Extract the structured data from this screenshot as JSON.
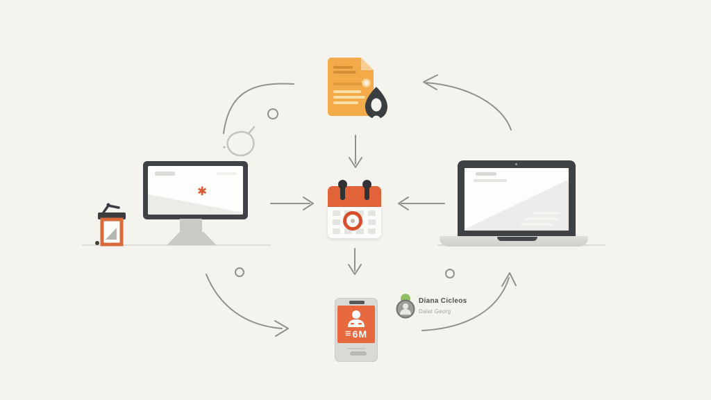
{
  "palette": {
    "background": "#f4f3ee",
    "accent_orange": "#e0633a",
    "document_orange": "#f3aa48",
    "phone_orange": "#e8683f",
    "date_ring_orange": "#d94f2b",
    "arrow_gray": "#90908c",
    "device_dark": "#3e4245",
    "status_green": "#90bf62"
  },
  "icons": {
    "document": "document-with-penguin-silhouette",
    "calendar": "calendar-with-circled-date",
    "monitor": "desktop-monitor",
    "laptop": "laptop",
    "phone": "smartphone-broadcast",
    "grinder": "small-jar-press",
    "doodle": "sketch-loop",
    "avatar": "person-avatar-with-status"
  },
  "monitor": {
    "screen_marker_glyph": "✱"
  },
  "phone": {
    "menu_glyph": "≡",
    "screen_text": "6M"
  },
  "contact": {
    "name": "Diana Cicleos",
    "subtitle": "Dalat Georg"
  }
}
